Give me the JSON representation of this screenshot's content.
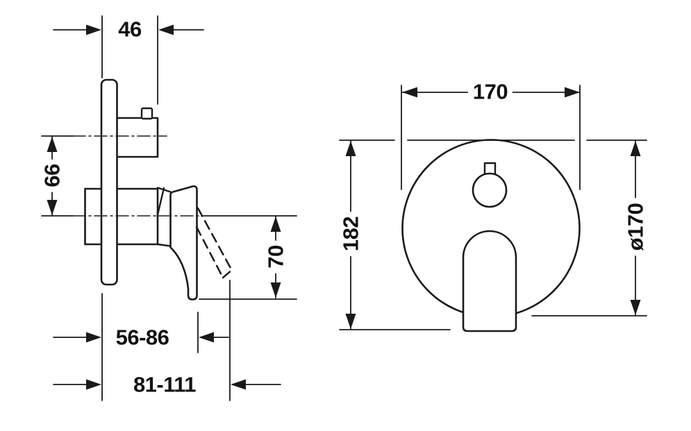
{
  "drawing": {
    "type": "technical-dimension-drawing",
    "colors": {
      "line": "#1a1a1a",
      "background": "#ffffff"
    },
    "dimensions": {
      "side_view": {
        "trim_depth": "46",
        "axis_offset": "66",
        "lever_drop": "70",
        "projection_closed": "56-86",
        "projection_open": "81-111"
      },
      "front_view": {
        "plate_width": "170",
        "overall_height": "182",
        "plate_diameter": "ø170"
      }
    }
  }
}
